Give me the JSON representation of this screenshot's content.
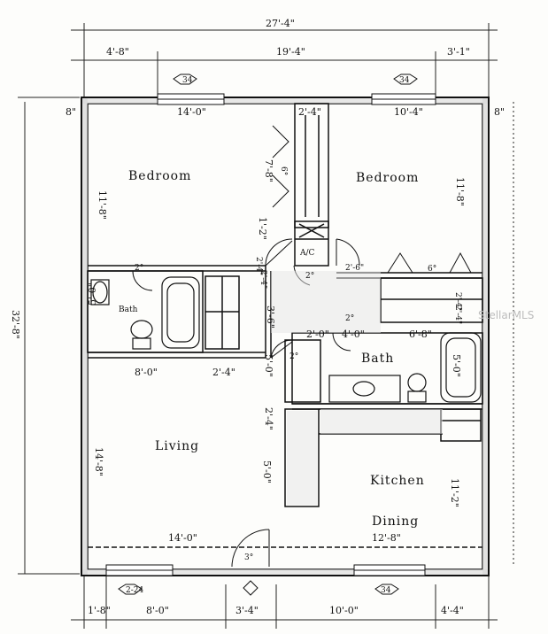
{
  "dimensions": {
    "overall_width": "27'-4\"",
    "top_left": "4'-8\"",
    "top_middle": "19'-4\"",
    "top_right": "3'-1\"",
    "left_wall": "8\"",
    "right_wall": "8\"",
    "bedroom1_width": "14'-0\"",
    "closet_width": "2'-4\"",
    "bedroom2_width": "10'-4\"",
    "bedroom1_depth": "11'-8\"",
    "bedroom2_depth": "11'-8\"",
    "closet_depth": "7'-8\"",
    "ac_depth": "1'-2\"",
    "bath1_depth": "5'-0\"",
    "hall_depth": "3'-6\"",
    "bath1_width": "8'-0\"",
    "linen_width": "2'-4\"",
    "bath2_left": "2'-0\"",
    "bath2_mid": "4'-0\"",
    "bath2_right": "6'-8\"",
    "bath2_depth": "5'-0\"",
    "hall_closet": "5'-0\"",
    "pantry_depth": "2'-4\"",
    "kitchen_counter": "5'-0\"",
    "living_depth": "14'-8\"",
    "kitchen_depth": "11'-2\"",
    "living_width": "14'-0\"",
    "dining_width": "12'-8\"",
    "overall_depth": "32'-8\"",
    "bottom_1": "1'-8\"",
    "bottom_2": "8'-0\"",
    "bottom_3": "3'-4\"",
    "bottom_4": "10'-0\"",
    "bottom_5": "4'-4\"",
    "closet2_depth": "2'-4\"",
    "closet2_small": "2'-4\""
  },
  "doors": {
    "d1": "2'-4\"",
    "d2": "2°",
    "d3": "2°",
    "d4": "2°",
    "d5": "2'-6\"",
    "d6": "2°",
    "d7": "2'-4\"",
    "d8": "3°",
    "closet_swing": "6°",
    "closet_swing2": "6°"
  },
  "windows": {
    "w1": "34",
    "w2": "34",
    "w3": "2-24",
    "w4": "34"
  },
  "rooms": {
    "bedroom1": "Bedroom",
    "bedroom2": "Bedroom",
    "bath1": "Bath",
    "bath2": "Bath",
    "ac": "A/C",
    "living": "Living",
    "kitchen": "Kitchen",
    "dining": "Dining"
  },
  "watermark": "StellarMLS"
}
